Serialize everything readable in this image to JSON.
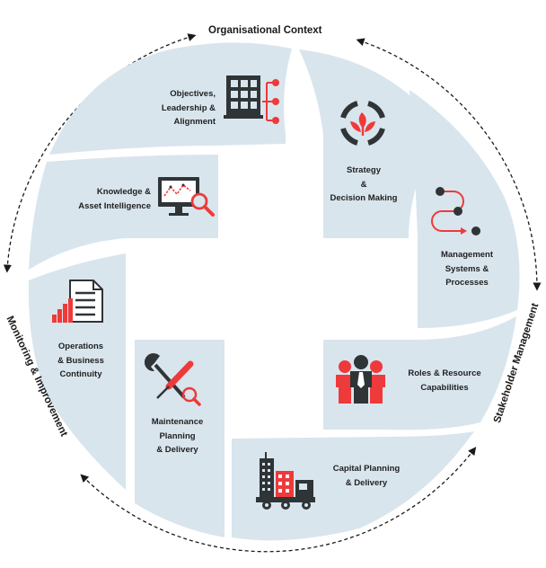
{
  "outer_labels": {
    "top": "Organisational Context",
    "left": "Monitoring & Improvement",
    "right": "Stakeholder Management"
  },
  "segments": [
    {
      "id": "objectives",
      "label": "Objectives,\nLeadership &\nAlignment",
      "icon": "building-hierarchy-icon"
    },
    {
      "id": "strategy",
      "label": "Strategy\n&\nDecision Making",
      "icon": "plant-cycle-icon"
    },
    {
      "id": "management",
      "label": "Management\nSystems &\nProcesses",
      "icon": "process-path-icon"
    },
    {
      "id": "roles",
      "label": "Roles & Resource\nCapabilities",
      "icon": "team-people-icon"
    },
    {
      "id": "capital",
      "label": "Capital Planning\n& Delivery",
      "icon": "city-truck-icon"
    },
    {
      "id": "maintenance",
      "label": "Maintenance\nPlanning\n& Delivery",
      "icon": "wrench-screwdriver-search-icon"
    },
    {
      "id": "operations",
      "label": "Operations\n& Business\nContinuity",
      "icon": "document-chart-icon"
    },
    {
      "id": "knowledge",
      "label": "Knowledge &\nAsset Intelligence",
      "icon": "monitor-analytics-icon"
    }
  ],
  "colors": {
    "segment": "#d9e5ed",
    "dark": "#2f3437",
    "accent": "#ee3a3a",
    "text": "#1f1f1f"
  }
}
